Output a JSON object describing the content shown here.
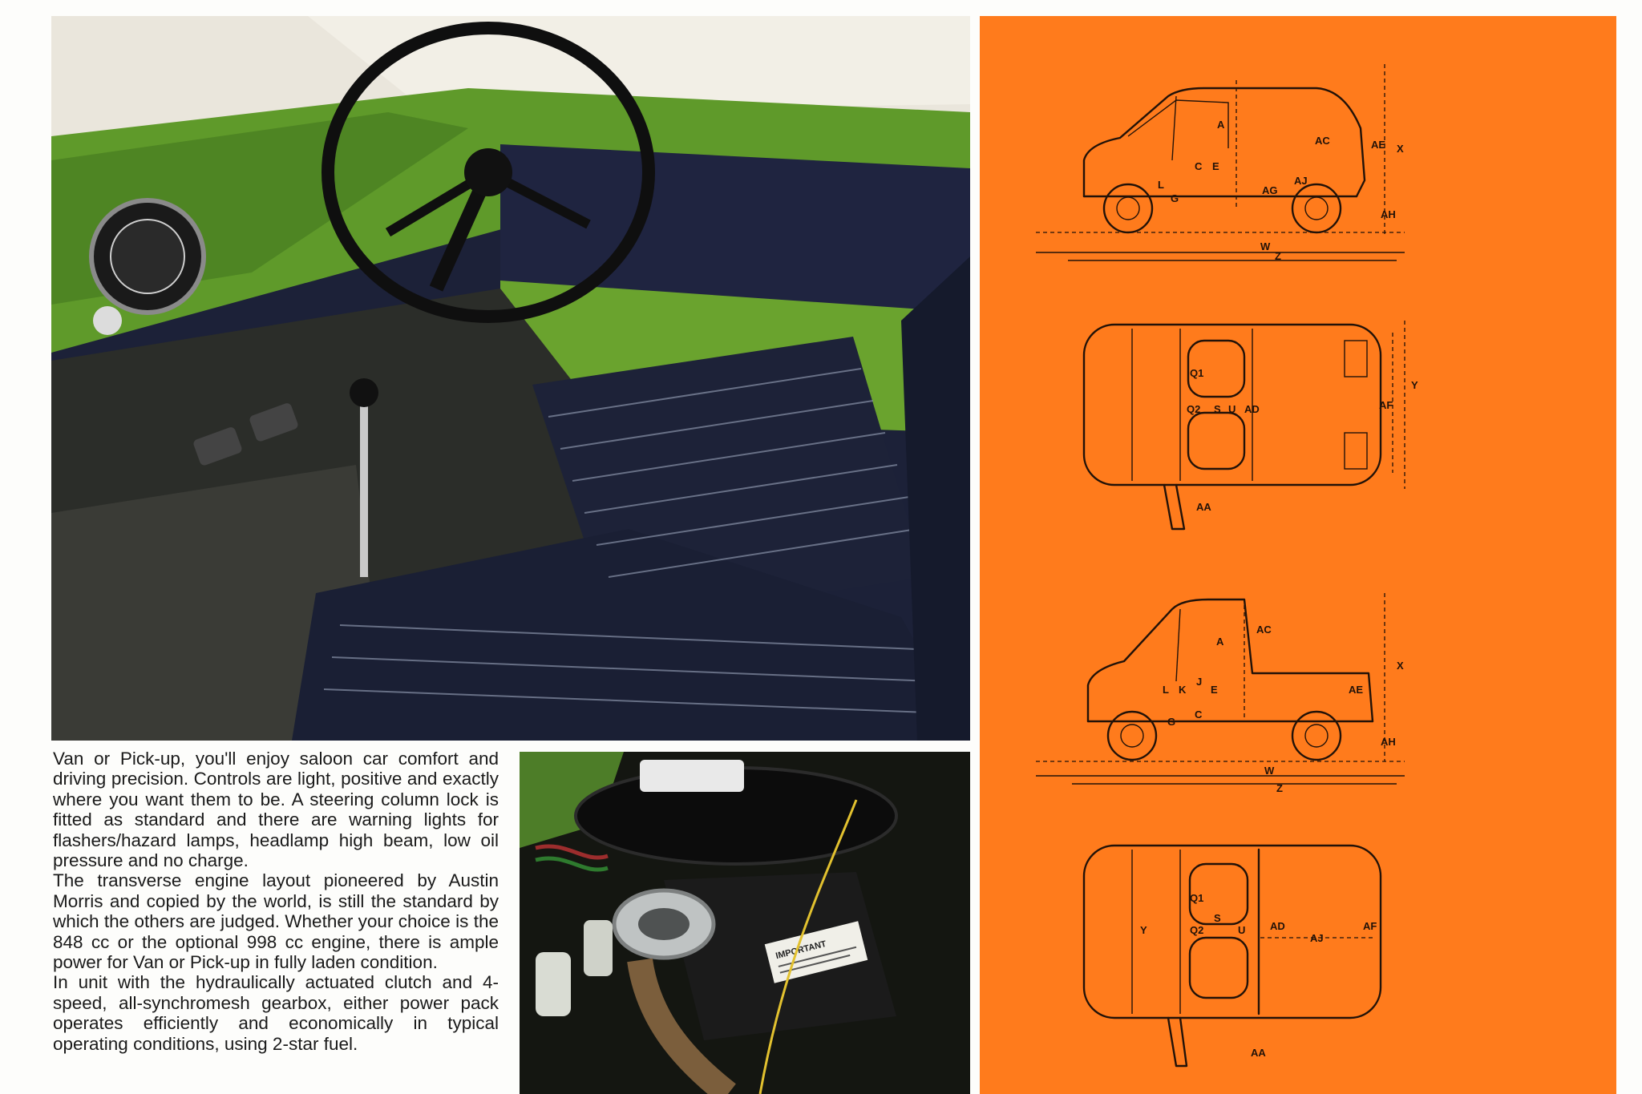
{
  "body_copy": {
    "paragraphs": [
      "Van or Pick-up, you'll enjoy saloon car comfort and driving precision. Controls are light, positive and exactly where you want them to be. A steering column lock is fitted as standard and there are warning lights for flashers/hazard lamps, headlamp high beam, low oil pressure and no charge.",
      "The transverse engine layout pioneered by Austin Morris and copied by the world, is still the standard by which the others are judged. Whether your choice is the 848 cc or the optional 998 cc engine, there is ample power for Van or Pick-up in fully laden condition.",
      "In unit with the hydraulically actuated clutch and 4-speed, all-synchromesh gearbox, either power pack operates efficiently and economically in typical operating conditions, using 2-star fuel."
    ]
  },
  "engine_photo": {
    "label_text": "IMPORTANT"
  },
  "drawings": {
    "van_side": {
      "labels": [
        "A",
        "AC",
        "AE",
        "X",
        "C",
        "E",
        "L",
        "G",
        "AG",
        "AJ",
        "AH",
        "W",
        "Z"
      ]
    },
    "van_plan": {
      "labels": [
        "Q1",
        "Q2",
        "S",
        "U",
        "AD",
        "Y",
        "AF",
        "AA"
      ]
    },
    "pickup_side": {
      "labels": [
        "A",
        "AC",
        "X",
        "AE",
        "L",
        "K",
        "J",
        "E",
        "G",
        "C",
        "AH",
        "W",
        "Z"
      ]
    },
    "pickup_plan": {
      "labels": [
        "Q1",
        "S",
        "Q2",
        "U",
        "AD",
        "AJ",
        "Y",
        "AF",
        "AA"
      ]
    }
  },
  "colors": {
    "panel_orange": "#ff7b1c",
    "ink": "#221208",
    "interior_green": "#5f9a2a",
    "upholstery_navy": "#1c2138"
  }
}
